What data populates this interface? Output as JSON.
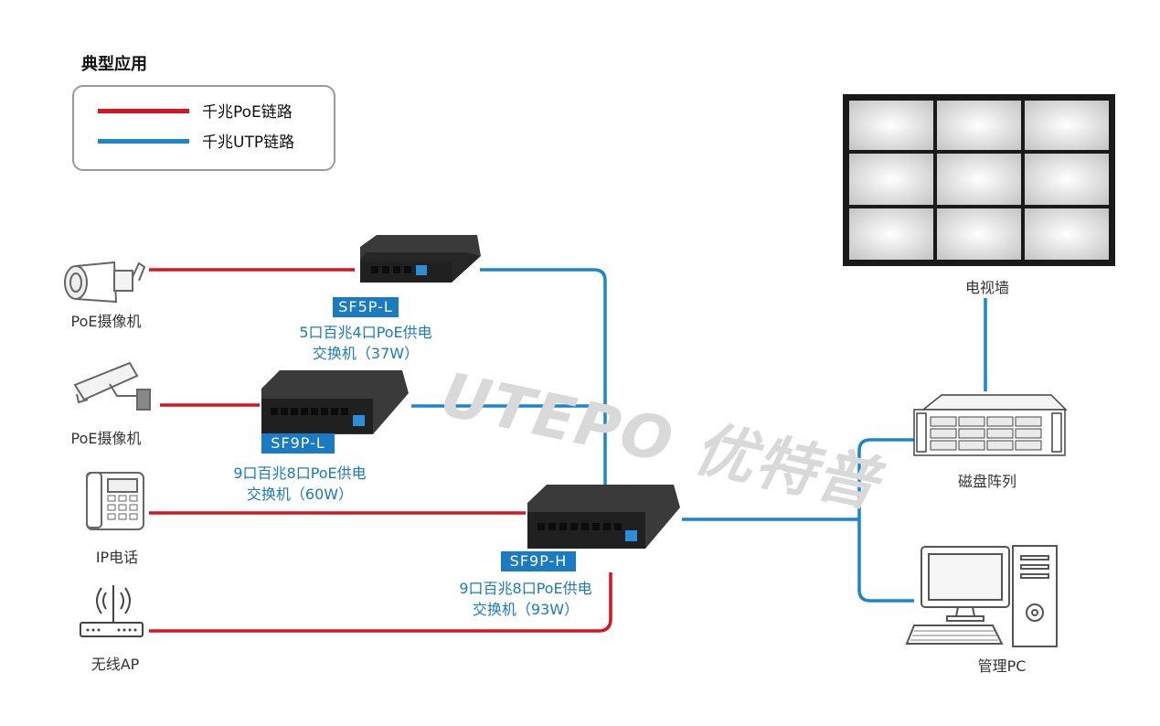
{
  "title": "典型应用",
  "legend": {
    "items": [
      {
        "label": "千兆PoE链路",
        "color": "#d7141f"
      },
      {
        "label": "千兆UTP链路",
        "color": "#1a86d0"
      }
    ]
  },
  "watermark": "UTEPO 优特普",
  "switches": [
    {
      "model": "SF5P-L",
      "desc_line1": "5口百兆4口PoE供电",
      "desc_line2": "交换机（37W）"
    },
    {
      "model": "SF9P-L",
      "desc_line1": "9口百兆8口PoE供电",
      "desc_line2": "交换机（60W）"
    },
    {
      "model": "SF9P-H",
      "desc_line1": "9口百兆8口PoE供电",
      "desc_line2": "交换机（93W）"
    }
  ],
  "endpoints": {
    "camera1": "PoE摄像机",
    "camera2": "PoE摄像机",
    "phone": "IP电话",
    "ap": "无线AP",
    "videowall": "电视墙",
    "storage": "磁盘阵列",
    "pc": "管理PC"
  },
  "colors": {
    "poe": "#d7141f",
    "utp": "#1a86d0",
    "badge": "#1a7ac2"
  }
}
